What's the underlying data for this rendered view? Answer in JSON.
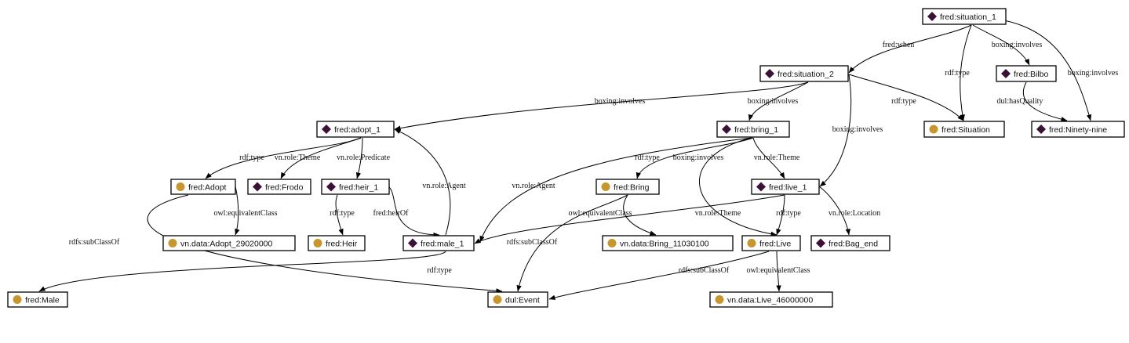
{
  "colors": {
    "individual_marker": "#3b1236",
    "class_marker": "#c8962e",
    "stroke": "#000000",
    "background": "#ffffff"
  },
  "node_kinds": {
    "individual": "diamond-icon",
    "class": "circle-icon"
  },
  "nodes": [
    {
      "id": "situation_1",
      "label": "fred:situation_1",
      "kind": "individual"
    },
    {
      "id": "situation_2",
      "label": "fred:situation_2",
      "kind": "individual"
    },
    {
      "id": "bilbo",
      "label": "fred:Bilbo",
      "kind": "individual"
    },
    {
      "id": "adopt_1",
      "label": "fred:adopt_1",
      "kind": "individual"
    },
    {
      "id": "bring_1",
      "label": "fred:bring_1",
      "kind": "individual"
    },
    {
      "id": "situation",
      "label": "fred:Situation",
      "kind": "class"
    },
    {
      "id": "ninety_nine",
      "label": "fred:Ninety-nine",
      "kind": "individual"
    },
    {
      "id": "adopt",
      "label": "fred:Adopt",
      "kind": "class"
    },
    {
      "id": "frodo",
      "label": "fred:Frodo",
      "kind": "individual"
    },
    {
      "id": "heir_1",
      "label": "fred:heir_1",
      "kind": "individual"
    },
    {
      "id": "bring",
      "label": "fred:Bring",
      "kind": "class"
    },
    {
      "id": "live_1",
      "label": "fred:live_1",
      "kind": "individual"
    },
    {
      "id": "adopt_vn",
      "label": "vn.data:Adopt_29020000",
      "kind": "class"
    },
    {
      "id": "heir",
      "label": "fred:Heir",
      "kind": "class"
    },
    {
      "id": "male_1",
      "label": "fred:male_1",
      "kind": "individual"
    },
    {
      "id": "bring_vn",
      "label": "vn.data:Bring_11030100",
      "kind": "class"
    },
    {
      "id": "live",
      "label": "fred:Live",
      "kind": "class"
    },
    {
      "id": "bag_end",
      "label": "fred:Bag_end",
      "kind": "individual"
    },
    {
      "id": "male",
      "label": "fred:Male",
      "kind": "class"
    },
    {
      "id": "event",
      "label": "dul:Event",
      "kind": "class"
    },
    {
      "id": "live_vn",
      "label": "vn.data:Live_46000000",
      "kind": "class"
    }
  ],
  "edges": [
    {
      "id": "e1",
      "from": "situation_1",
      "to": "situation_2",
      "label": "fred:when"
    },
    {
      "id": "e2",
      "from": "situation_1",
      "to": "situation",
      "label": "rdf:type"
    },
    {
      "id": "e3",
      "from": "situation_1",
      "to": "bilbo",
      "label": "boxing:involves"
    },
    {
      "id": "e4",
      "from": "situation_1",
      "to": "ninety_nine",
      "label": "boxing:involves"
    },
    {
      "id": "e5",
      "from": "bilbo",
      "to": "ninety_nine",
      "label": "dul:hasQuality"
    },
    {
      "id": "e6",
      "from": "situation_2",
      "to": "adopt_1",
      "label": "boxing:involves"
    },
    {
      "id": "e7",
      "from": "situation_2",
      "to": "bring_1",
      "label": "boxing:involves"
    },
    {
      "id": "e8",
      "from": "situation_2",
      "to": "situation",
      "label": "rdf:type"
    },
    {
      "id": "e9",
      "from": "situation_2",
      "to": "live_1",
      "label": "boxing:involves"
    },
    {
      "id": "e10",
      "from": "adopt_1",
      "to": "adopt",
      "label": "rdf:type"
    },
    {
      "id": "e11",
      "from": "adopt_1",
      "to": "frodo",
      "label": "vn.role:Theme"
    },
    {
      "id": "e12",
      "from": "adopt_1",
      "to": "heir_1",
      "label": "vn.role:Predicate"
    },
    {
      "id": "e13",
      "from": "male_1",
      "to": "adopt_1",
      "label": "vn.role:Agent"
    },
    {
      "id": "e14",
      "from": "bring_1",
      "to": "bring",
      "label": "rdf:type"
    },
    {
      "id": "e15",
      "from": "bring_1",
      "to": "live_1",
      "label": "vn.role:Theme"
    },
    {
      "id": "e16",
      "from": "bring_1",
      "to": "male_1",
      "label": "vn.role:Agent"
    },
    {
      "id": "e17",
      "from": "bring_1",
      "to": "live",
      "label": "boxing:involves"
    },
    {
      "id": "e18",
      "from": "adopt",
      "to": "adopt_vn",
      "label": "owl:equivalentClass"
    },
    {
      "id": "e19",
      "from": "adopt",
      "to": "event",
      "label": "rdfs:subClassOf"
    },
    {
      "id": "e20",
      "from": "heir_1",
      "to": "heir",
      "label": "rdf:type"
    },
    {
      "id": "e21",
      "from": "heir_1",
      "to": "male_1",
      "label": "fred:heirOf"
    },
    {
      "id": "e22",
      "from": "bring",
      "to": "bring_vn",
      "label": "owl:equivalentClass"
    },
    {
      "id": "e23",
      "from": "bring",
      "to": "event",
      "label": "rdfs:subClassOf"
    },
    {
      "id": "e24",
      "from": "live_1",
      "to": "live",
      "label": "rdf:type"
    },
    {
      "id": "e25",
      "from": "live_1",
      "to": "bag_end",
      "label": "vn.role:Location"
    },
    {
      "id": "e26",
      "from": "live_1",
      "to": "male_1",
      "label": "vn.role:Theme"
    },
    {
      "id": "e27",
      "from": "male_1",
      "to": "male",
      "label": "rdf:type"
    },
    {
      "id": "e28",
      "from": "live",
      "to": "event",
      "label": "rdfs:subClassOf"
    },
    {
      "id": "e29",
      "from": "live",
      "to": "live_vn",
      "label": "owl:equivalentClass"
    }
  ]
}
